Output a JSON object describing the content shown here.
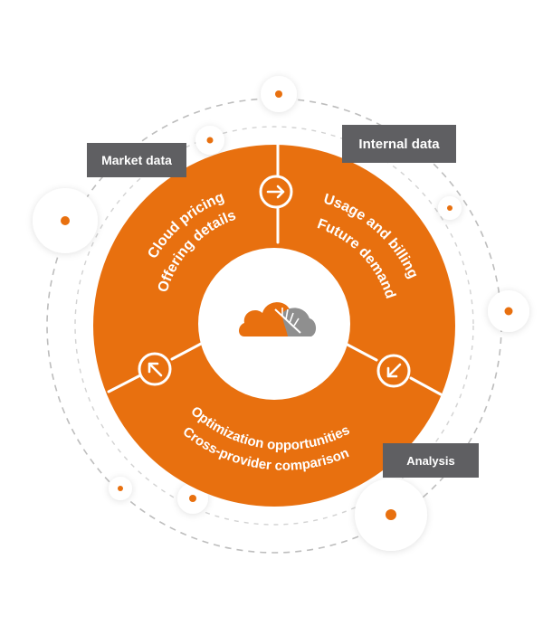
{
  "labels": {
    "market": "Market data",
    "internal": "Internal data",
    "analysis": "Analysis"
  },
  "segments": {
    "left": {
      "line1": "Cloud pricing",
      "line2": "Offering details"
    },
    "right": {
      "line1": "Usage and billing",
      "line2": "Future demand"
    },
    "bottom": {
      "line1": "Optimization opportunities",
      "line2": "Cross-provider comparison"
    }
  },
  "icons": {
    "center": "cloud-icon",
    "arrow_top": "arrow-right-icon",
    "arrow_right": "arrow-down-left-icon",
    "arrow_left": "arrow-up-left-icon"
  },
  "colors": {
    "accent": "#e8700f",
    "label_bg": "#5f5f62",
    "dashed": "#b9b9b9",
    "cloud_gray": "#8f8f8f"
  }
}
